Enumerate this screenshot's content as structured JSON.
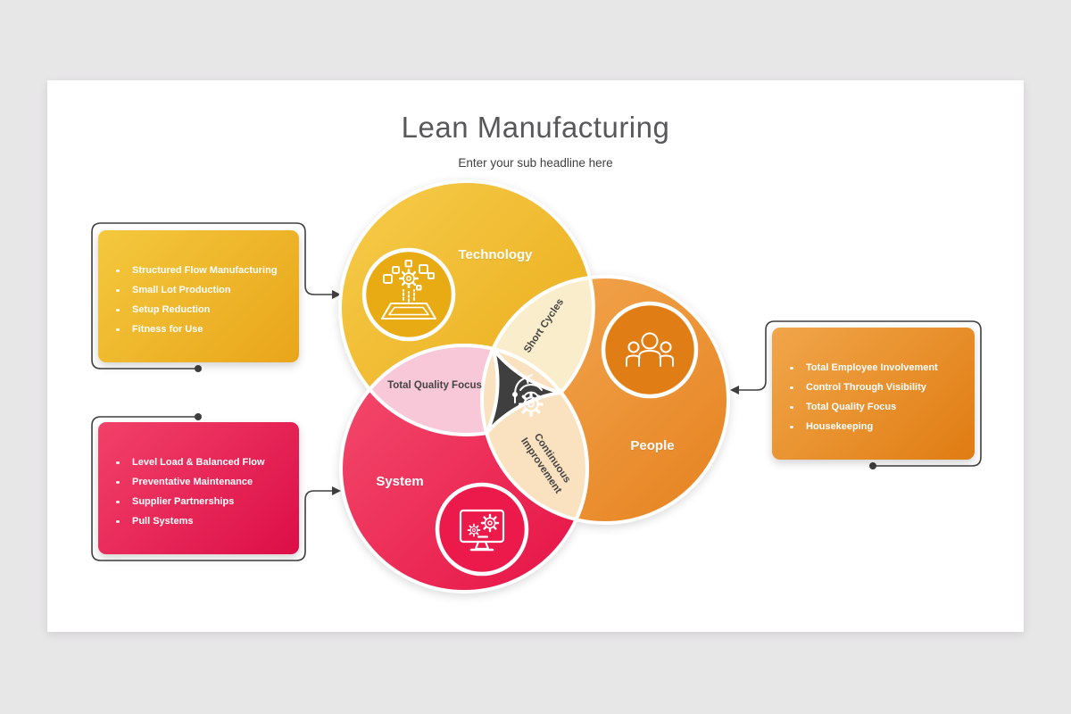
{
  "header": {
    "title": "Lean Manufacturing",
    "subtitle": "Enter your sub headline here"
  },
  "venn": {
    "circles": [
      {
        "label": "Technology",
        "icon": "smart-manufacturing-icon",
        "color": "#efbe2f"
      },
      {
        "label": "People",
        "icon": "team-icon",
        "color": "#ec9136"
      },
      {
        "label": "System",
        "icon": "computer-gears-icon",
        "color": "#ee2d56"
      }
    ],
    "overlaps": [
      {
        "label": "Short Cycles",
        "color": "#faedcb"
      },
      {
        "label": "Total Quality Focus",
        "color": "#f8c7d8"
      },
      {
        "label": "Continuous Improvement",
        "color": "#fae2c1"
      }
    ],
    "center": {
      "icon": "automation-icon",
      "color": "#3f3f3f"
    }
  },
  "callouts": [
    {
      "id": "technology-callout",
      "items": [
        "Structured Flow Manufacturing",
        "Small Lot Production",
        "Setup Reduction",
        "Fitness for Use"
      ]
    },
    {
      "id": "system-callout",
      "items": [
        "Level Load & Balanced Flow",
        "Preventative Maintenance",
        "Supplier Partnerships",
        "Pull Systems"
      ]
    },
    {
      "id": "people-callout",
      "items": [
        "Total Employee Involvement",
        "Control Through Visibility",
        "Total Quality Focus",
        "Housekeeping"
      ]
    }
  ],
  "connector_color": "#3f3f3f"
}
